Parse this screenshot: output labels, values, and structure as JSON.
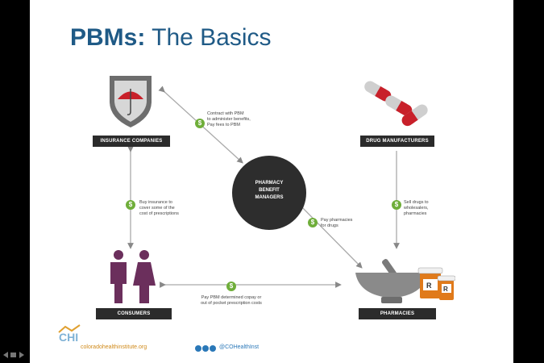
{
  "slide": {
    "title_bold": "PBMs:",
    "title_rest": "The Basics"
  },
  "nodes": {
    "insurance": "INSURANCE COMPANIES",
    "manufacturers": "DRUG MANUFACTURERS",
    "consumers": "CONSUMERS",
    "pharmacies": "PHARMACIES",
    "hub": [
      "PHARMACY",
      "BENEFIT",
      "MANAGERS"
    ]
  },
  "edges": {
    "insurance_pbm": [
      "Contract with PBM",
      "to administer benefits,",
      "Pay fees to PBM"
    ],
    "consumers_insurance": [
      "Buy insurance to",
      "cover some of the",
      "cost of prescriptions"
    ],
    "pbm_pharmacies": [
      "Pay pharmacies",
      "for drugs"
    ],
    "manufacturers_pharmacies": [
      "Sell drugs to",
      "wholesalers,",
      "pharmacies"
    ],
    "consumers_pharmacies": [
      "Pay PBM determined copay or",
      "out of pocket prescription costs"
    ]
  },
  "footer": {
    "logo": "CHI",
    "url": "coloradohealthinstitute.org",
    "handle": "@COHealthInst"
  },
  "colors": {
    "title": "#1f5a86",
    "bar": "#2b2b2b",
    "dollar": "#6fae3a",
    "people": "#6b2f5c",
    "pill_red": "#c8202a"
  }
}
